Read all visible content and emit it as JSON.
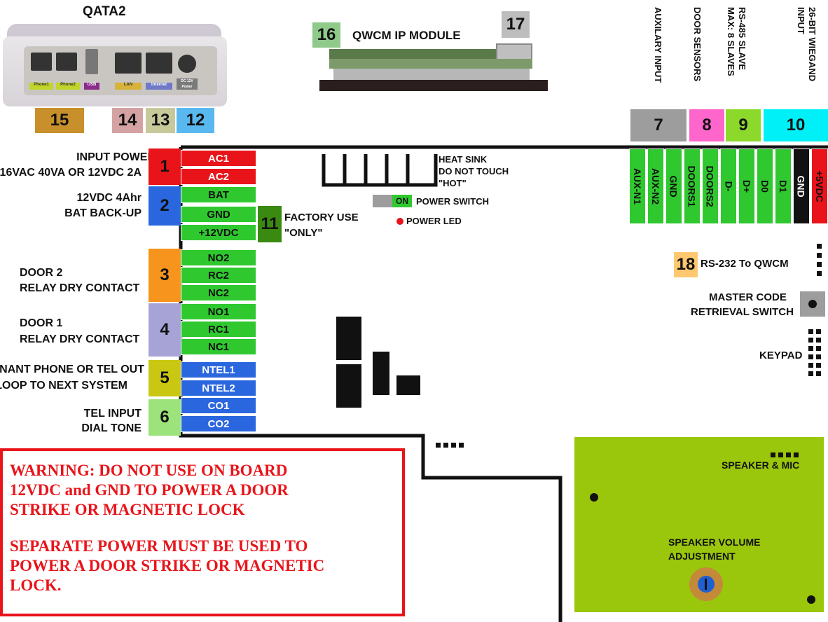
{
  "qata": {
    "title": "QATA2",
    "ports": [
      "Phone1",
      "Phone2",
      "USB",
      "LAN",
      "Internet",
      "DC 12V Power"
    ]
  },
  "module": {
    "title": "QWCM IP MODULE"
  },
  "badges": {
    "b1": "1",
    "b2": "2",
    "b3": "3",
    "b4": "4",
    "b5": "5",
    "b6": "6",
    "b7": "7",
    "b8": "8",
    "b9": "9",
    "b10": "10",
    "b11": "11",
    "b12": "12",
    "b13": "13",
    "b14": "14",
    "b15": "15",
    "b16": "16",
    "b17": "17",
    "b18": "18"
  },
  "left_labels": {
    "input_power_1": "INPUT POWER",
    "input_power_2": "16VAC 40VA OR 12VDC 2A",
    "battery_1": "12VDC 4Ahr",
    "battery_2": "BAT BACK-UP",
    "door2_1": "DOOR 2",
    "door2_2": "RELAY DRY CONTACT",
    "door1_1": "DOOR 1",
    "door1_2": "RELAY DRY CONTACT",
    "tenant_1": "TENANT PHONE OR TEL OUT",
    "tenant_2": "LOOP TO NEXT SYSTEM",
    "telin_1": "TEL INPUT",
    "telin_2": "DIAL TONE"
  },
  "left_terminals": [
    "AC1",
    "AC2",
    "BAT",
    "GND",
    "+12VDC",
    "NO2",
    "RC2",
    "NC2",
    "NO1",
    "RC1",
    "NC1",
    "NTEL1",
    "NTEL2",
    "CO1",
    "CO2"
  ],
  "factory": {
    "line1": "FACTORY USE",
    "line2": "\"ONLY\""
  },
  "heatsink": {
    "line1": "HEAT SINK",
    "line2": "DO NOT TOUCH",
    "line3": "\"HOT\""
  },
  "power": {
    "switch_state": "ON",
    "switch_label": "POWER SWITCH",
    "led_label": "POWER LED"
  },
  "top_headers": {
    "aux": "AUXILARY INPUT",
    "door": "DOOR SENSORS",
    "rs485_1": "RS-485 SLAVE",
    "rs485_2": "MAX: 8 SLAVES",
    "wiegand_1": "26-BIT WIEGAND",
    "wiegand_2": "INPUT"
  },
  "top_terminals": [
    "AUX-N1",
    "AUX-N2",
    "GND",
    "DOORS1",
    "DOORS2",
    "D-",
    "D+",
    "D0",
    "D1",
    "GND",
    "+5VDC"
  ],
  "right_labels": {
    "rs232": "RS-232 To QWCM",
    "master_1": "MASTER CODE",
    "master_2": "RETRIEVAL SWITCH",
    "keypad": "KEYPAD"
  },
  "speaker": {
    "label": "SPEAKER & MIC",
    "volume_1": "SPEAKER VOLUME",
    "volume_2": "ADJUSTMENT"
  },
  "warning": {
    "line1": "WARNING: DO NOT USE ON BOARD",
    "line2": "12VDC and GND TO POWER A DOOR",
    "line3": "STRIKE OR MAGNETIC LOCK",
    "line4": "SEPARATE POWER MUST BE USED TO",
    "line5": "POWER A DOOR STRIKE OR MAGNETIC",
    "line6": "LOCK."
  },
  "colors": {
    "red": "#e8141a",
    "green": "#2fc82f",
    "blue": "#2a66de",
    "orange": "#f7941d",
    "lavender": "#a7a3d6",
    "olive": "#c9c712",
    "lightgreen": "#9be37a",
    "gray": "#9d9d9d",
    "pink": "#ff66cc",
    "lime": "#8dd92b",
    "cyan": "#00f0f8",
    "gold": "#c8902a",
    "rose": "#d4a2a2",
    "khaki": "#c7c99b",
    "skyblue": "#5ab8f0",
    "mint": "#8fca8a",
    "peach": "#ffc870",
    "board_green": "#9ac60c",
    "dark_green": "#3a8a12"
  }
}
